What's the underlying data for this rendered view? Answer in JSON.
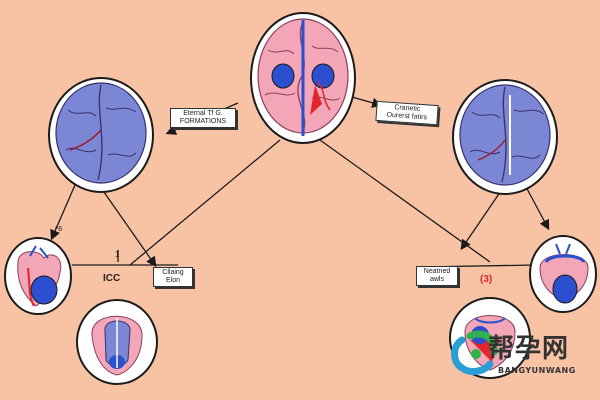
{
  "labels": {
    "box_left_top": [
      "Eternal Tf G.",
      "FORMATIONS"
    ],
    "box_right_top": [
      "Cranetic",
      "Ourerst fatirs"
    ],
    "box_left_mid": [
      "Cllaing",
      "Elon"
    ],
    "box_right_mid": [
      "Neatned",
      "awls"
    ],
    "icc": "ICC",
    "red_marker": "(3)",
    "small_left": "1",
    "small_left_arrow": "^6"
  },
  "watermark": {
    "cn": "帮孕网",
    "en": "BANGYUNWANG"
  },
  "colors": {
    "background": "#f8c3a5",
    "brain_blue": "#7b86d4",
    "brain_pink": "#f3a6b8",
    "vessel_red": "#e0262b",
    "vessel_blue": "#2b4fcf",
    "outline": "#1b1b1b"
  }
}
